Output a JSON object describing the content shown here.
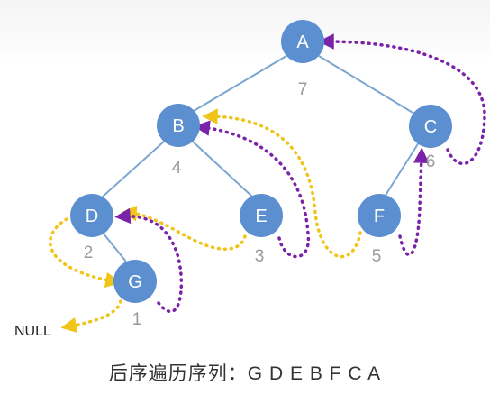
{
  "nodes": {
    "A": {
      "label": "A",
      "order": "7"
    },
    "B": {
      "label": "B",
      "order": "4"
    },
    "C": {
      "label": "C",
      "order": "6"
    },
    "D": {
      "label": "D",
      "order": "2"
    },
    "E": {
      "label": "E",
      "order": "3"
    },
    "F": {
      "label": "F",
      "order": "5"
    },
    "G": {
      "label": "G",
      "order": "1"
    }
  },
  "null_label": "NULL",
  "caption": "后序遍历序列：G D E B F C A",
  "colors": {
    "node_fill": "#5b8fcf",
    "edge": "#7aa6cf",
    "purple_path": "#7a22a8",
    "yellow_path": "#f0c419",
    "order_text": "#9a9a9a"
  }
}
